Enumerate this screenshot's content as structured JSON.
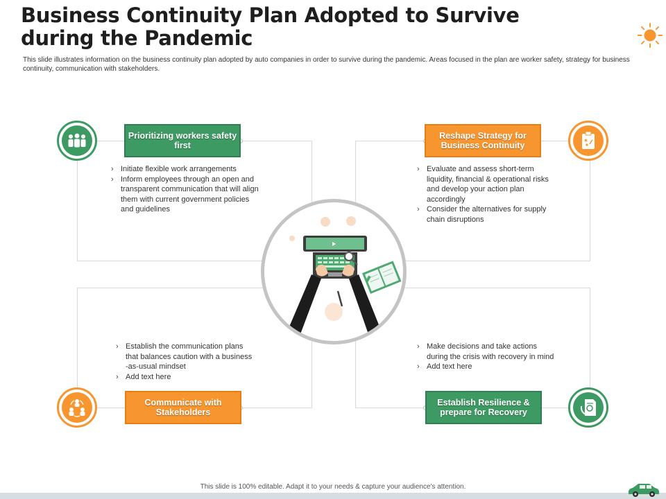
{
  "header": {
    "title": "Business Continuity Plan Adopted to Survive during the Pandemic",
    "subtitle": "This slide illustrates  information on the business continuity plan adopted by auto companies in  order to survive during the pandemic.  Areas focused in the plan are worker safety, strategy for business continuity, communication with stakeholders."
  },
  "quadrants": {
    "top_left": {
      "heading": "Prioritizing workers safety first",
      "icon": "people-group-icon",
      "bullets": [
        "Initiate flexible work arrangements",
        "Inform employees through an open and transparent communication that will align them with current government policies and guidelines"
      ]
    },
    "top_right": {
      "heading": "Reshape Strategy for Business  Continuity",
      "icon": "clipboard-strategy-icon",
      "bullets": [
        "Evaluate and assess short-term liquidity, financial & operational risks and develop your action plan accordingly",
        "Consider the alternatives for supply chain disruptions"
      ]
    },
    "bottom_left": {
      "heading": "Communicate with Stakeholders",
      "icon": "stakeholders-cycle-icon",
      "bullets": [
        "Establish the communication plans that balances caution with a business -as-usual mindset",
        "Add text here"
      ]
    },
    "bottom_right": {
      "heading": "Establish  Resilience & prepare for Recovery",
      "icon": "resilience-document-icon",
      "bullets": [
        "Make decisions and take actions during the crisis with recovery in mind",
        "Add text here"
      ]
    }
  },
  "center": {
    "illustration": "laptop-typing-illustration"
  },
  "footer": {
    "text": "This slide is 100% editable.  Adapt it to your needs & capture your audience's attention."
  },
  "colors": {
    "green": "#3d9a62",
    "orange": "#f7952f",
    "frame": "#d9d9d9",
    "circle_border": "#c4c4c4"
  }
}
